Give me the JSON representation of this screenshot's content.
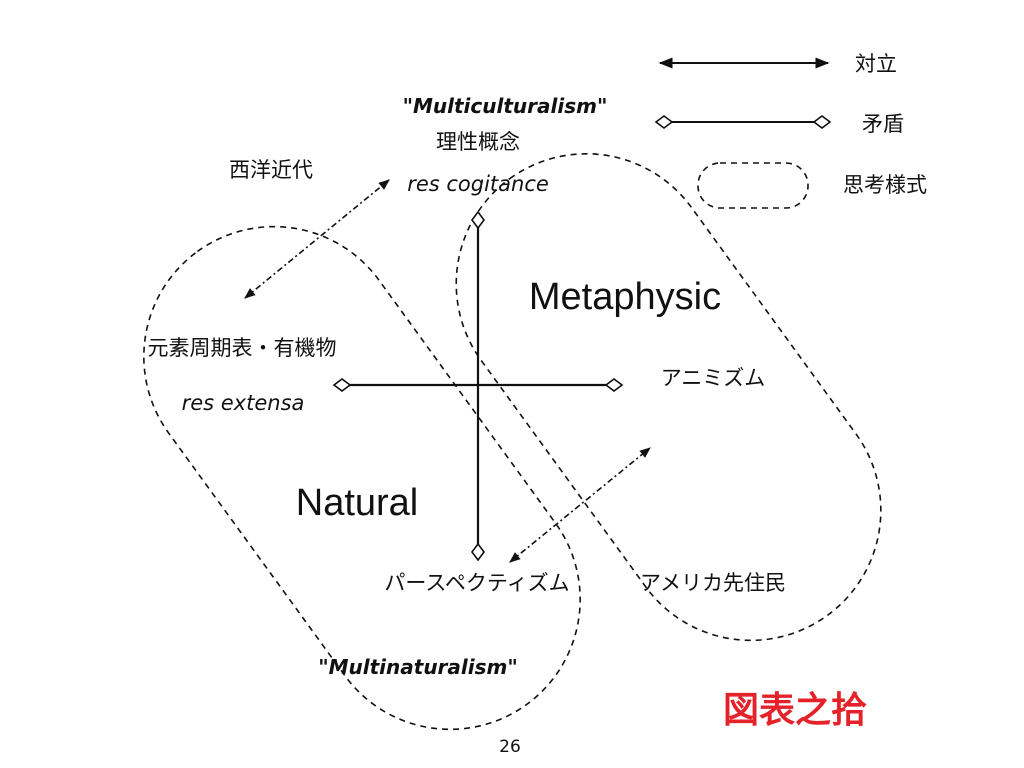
{
  "labels": {
    "multiculturalism": "\"Multiculturalism\"",
    "rationality": "理性概念",
    "res_cogitance": "res cogitance",
    "western_modern": "西洋近代",
    "metaphysic": "Metaphysic",
    "periodic_table": "元素周期表・有機物",
    "res_extensa": "res extensa",
    "animism": "アニミズム",
    "natural": "Natural",
    "perspectivism": "パースペクティズム",
    "native_americans": "アメリカ先住民",
    "multinaturalism": "\"Multinaturalism\""
  },
  "legend": {
    "opposition": "対立",
    "contradiction": "矛盾",
    "thought_mode": "思考様式"
  },
  "figure_title": "図表之拾",
  "page_number": "26",
  "colors": {
    "line": "#111111",
    "title": "#e5222a",
    "background": "#ffffff"
  }
}
